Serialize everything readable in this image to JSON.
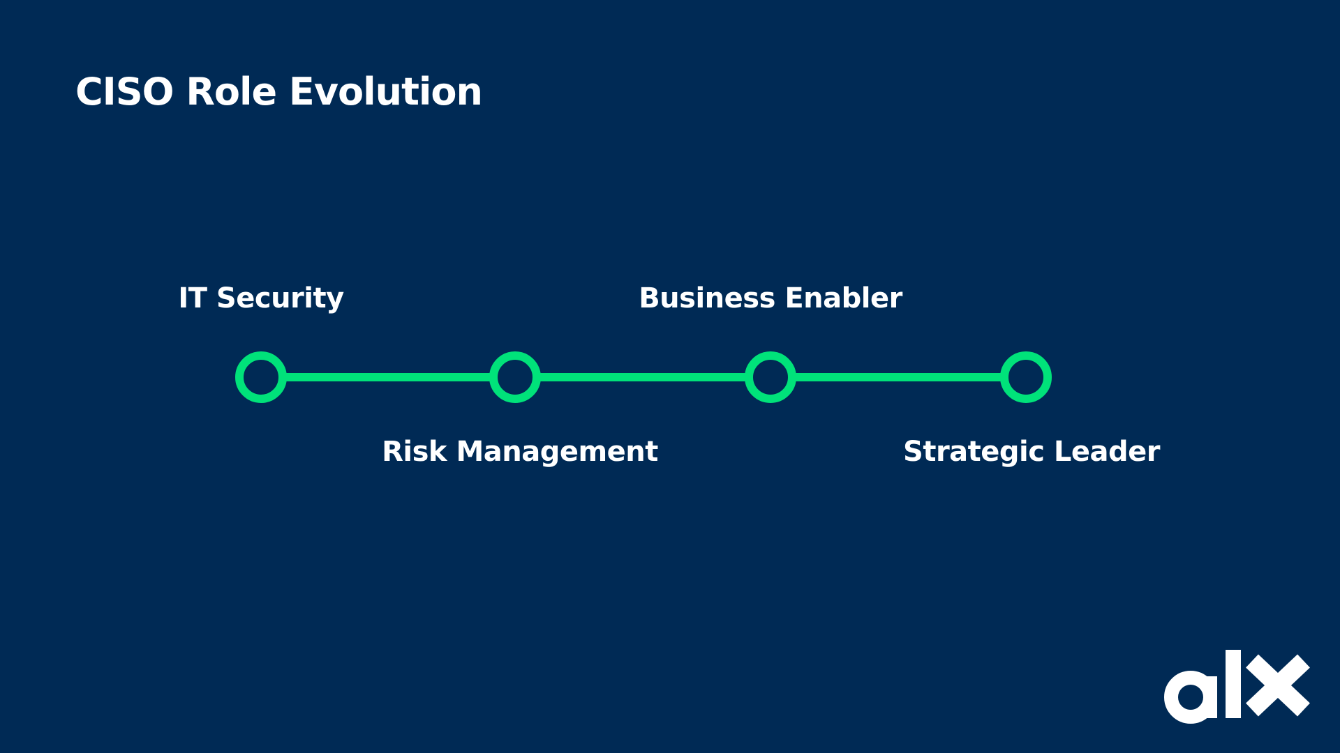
{
  "slide": {
    "title": "CISO Role Evolution",
    "accent_color": "#00e27a",
    "background_color": "#002a55",
    "text_color": "#ffffff"
  },
  "timeline": {
    "stages": [
      {
        "label": "IT Security",
        "label_side": "top"
      },
      {
        "label": "Risk Management",
        "label_side": "bottom"
      },
      {
        "label": "Business Enabler",
        "label_side": "top"
      },
      {
        "label": "Strategic Leader",
        "label_side": "bottom"
      }
    ]
  },
  "logo": {
    "text": "alx",
    "icon": "alx-logo"
  }
}
